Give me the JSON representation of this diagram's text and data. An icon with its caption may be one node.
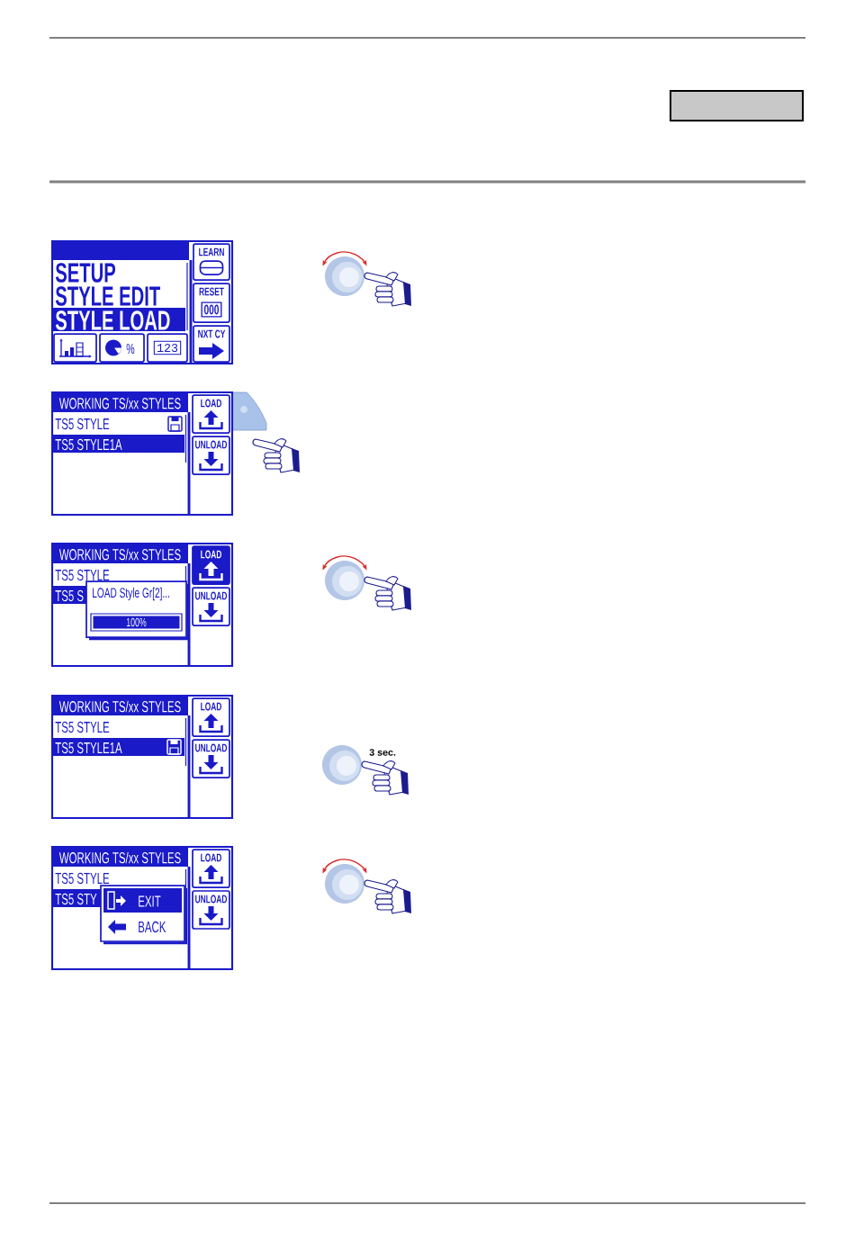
{
  "diagram": {
    "nodes": [
      {
        "text": [
          "SETUP",
          "STYLE EDIT"
        ]
      },
      {
        "text": [],
        "shape": "bar",
        "in": 0
      },
      {
        "text": [
          "STYLE LOAD"
        ],
        "in": 0
      },
      {
        "text": [
          "LEARN"
        ],
        "in": 0
      },
      {
        "text": [
          "RESET",
          "000"
        ],
        "in": 0
      },
      {
        "text": [
          "NXT CY"
        ],
        "in": 0
      },
      {
        "text": [],
        "shape": "box",
        "in": 0
      },
      {
        "text": [
          "%"
        ],
        "in": 0
      },
      {
        "text": [
          "123"
        ],
        "in": 0
      },
      {
        "text": [
          "TS5 STYLE"
        ]
      },
      {
        "text": [
          "WORKING TS/xx STYLES"
        ],
        "in": 9
      },
      {
        "text": [
          "TS5 STYLE1A"
        ],
        "in": 9
      },
      {
        "text": [
          "LOAD"
        ],
        "in": 9
      },
      {
        "text": [
          "UNLOAD"
        ],
        "in": 9
      },
      {
        "text": [
          "TS5 STYLE"
        ]
      },
      {
        "text": [
          "WORKING TS/xx STYLES"
        ],
        "in": 14
      },
      {
        "text": [
          "TS5 S"
        ],
        "in": 14
      },
      {
        "text": [
          "LOAD"
        ],
        "in": 14
      },
      {
        "text": [
          "UNLOAD"
        ],
        "in": 14
      },
      {
        "text": [
          "LOAD Style Gr[2]..."
        ],
        "in": 14
      },
      {
        "text": [
          "100%"
        ],
        "in": 19
      },
      {
        "text": [
          "TS5 STYLE"
        ]
      },
      {
        "text": [
          "WORKING TS/xx STYLES"
        ],
        "in": 21
      },
      {
        "text": [
          "TS5 STYLE1A"
        ],
        "in": 21
      },
      {
        "text": [
          "LOAD"
        ],
        "in": 21
      },
      {
        "text": [
          "UNLOAD"
        ],
        "in": 21
      },
      {
        "text": [
          "TS5 STYLE"
        ]
      },
      {
        "text": [
          "WORKING TS/xx STYLES"
        ],
        "in": 26
      },
      {
        "text": [
          "TS5 STY"
        ],
        "in": 26
      },
      {
        "text": [
          "LOAD"
        ],
        "in": 26
      },
      {
        "text": [
          "UNLOAD"
        ],
        "in": 26
      },
      {
        "text": [
          "BACK"
        ],
        "in": 26
      },
      {
        "text": [
          "EXIT"
        ],
        "in": 31
      }
    ],
    "labels": [
      "3 sec."
    ]
  }
}
